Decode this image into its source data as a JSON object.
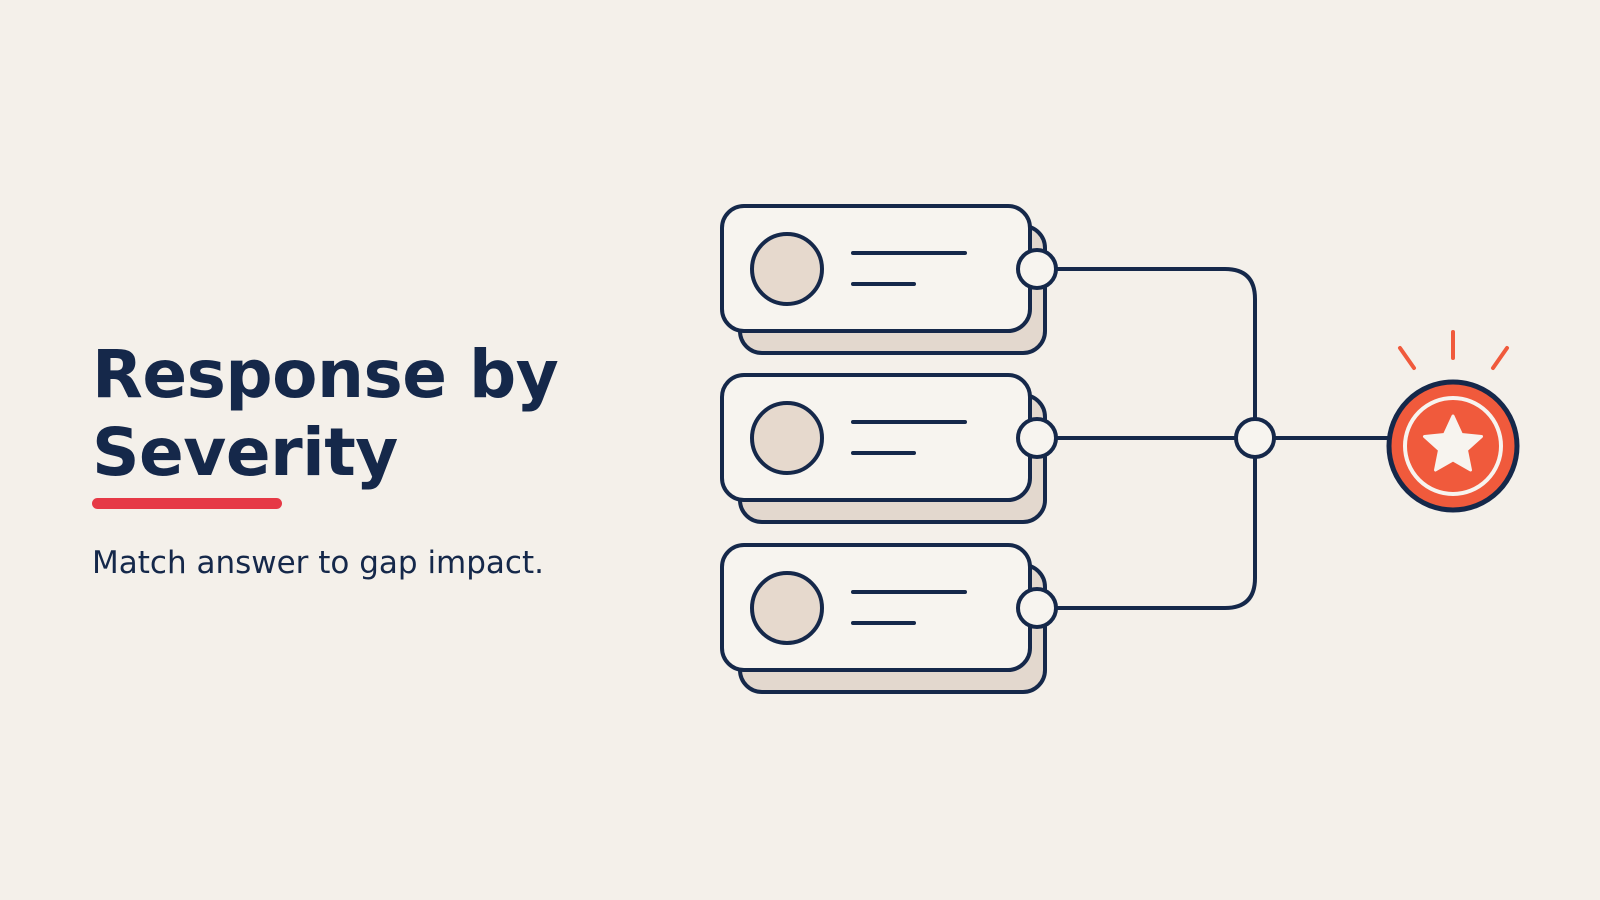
{
  "slide": {
    "title_line1": "Response by",
    "title_line2": "Severity",
    "subtitle": "Match answer to gap impact."
  },
  "colors": {
    "background": "#f4f0ea",
    "ink": "#15284a",
    "accent_red": "#e63946",
    "badge_orange": "#f05a3c",
    "card_fill": "#f7f4ef",
    "card_shadow": "#e3d8ce",
    "avatar_fill": "#e6d9cd"
  },
  "icons": {
    "result_badge": "star-icon",
    "card_avatar": "avatar-placeholder-icon"
  }
}
